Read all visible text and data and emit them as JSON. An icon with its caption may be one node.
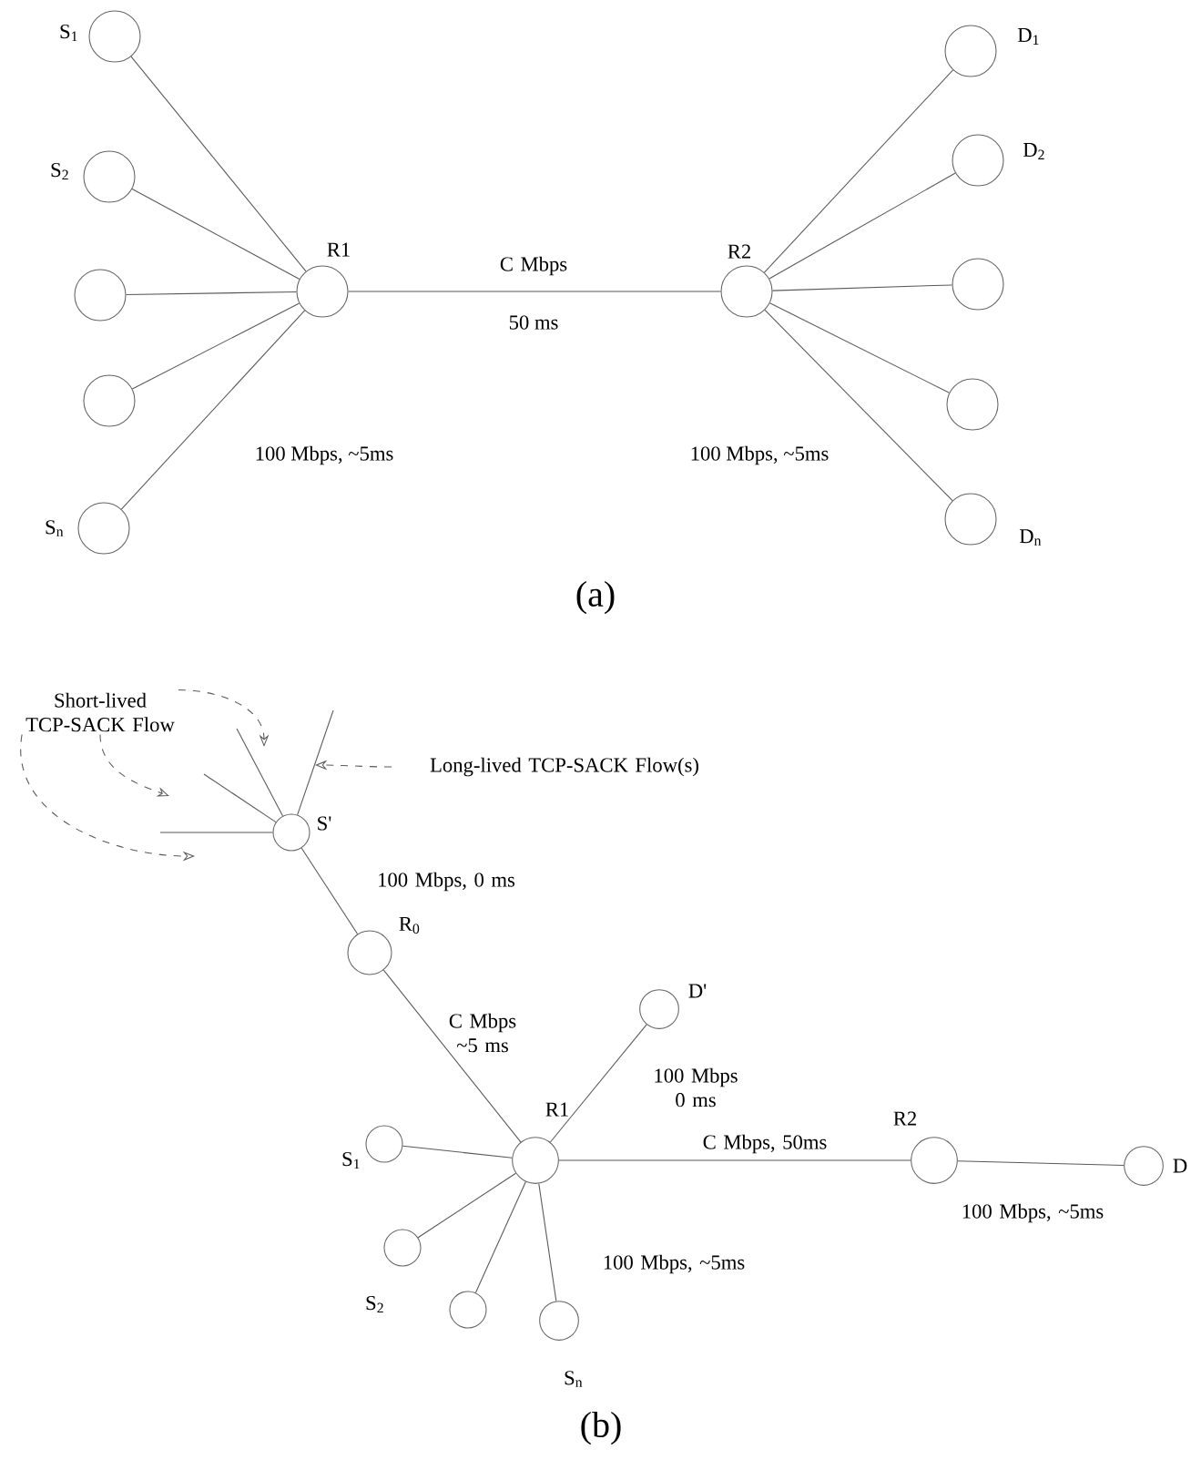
{
  "diagram": {
    "nodes": [
      {
        "text": [],
        "shape": "circle",
        "beside": [
          "S$_{1}$"
        ]
      },
      {
        "text": [],
        "shape": "circle",
        "beside": [
          "S$_{2}$"
        ]
      },
      {
        "text": [],
        "shape": "circle"
      },
      {
        "text": [],
        "shape": "circle"
      },
      {
        "text": [],
        "shape": "circle",
        "beside": [
          "S$_{n}$"
        ]
      },
      {
        "text": [],
        "shape": "circle",
        "beside": [
          "R1"
        ]
      },
      {
        "text": [],
        "shape": "circle",
        "beside": [
          "R2"
        ]
      },
      {
        "text": [],
        "shape": "circle",
        "beside": [
          "D$_{1}$"
        ]
      },
      {
        "text": [],
        "shape": "circle",
        "beside": [
          "D$_{2}$"
        ]
      },
      {
        "text": [],
        "shape": "circle"
      },
      {
        "text": [],
        "shape": "circle"
      },
      {
        "text": [],
        "shape": "circle",
        "beside": [
          "D$_{n}$"
        ]
      },
      {
        "text": [],
        "shape": "circle",
        "beside": [
          "S'"
        ]
      },
      {
        "text": [],
        "shape": "circle",
        "beside": [
          "R$_{0}$"
        ]
      },
      {
        "text": [],
        "shape": "circle",
        "beside": [
          "D'"
        ]
      },
      {
        "text": [],
        "shape": "circle",
        "beside": [
          "R1"
        ]
      },
      {
        "text": [],
        "shape": "circle",
        "beside": [
          "S$_{1}$"
        ]
      },
      {
        "text": [],
        "shape": "circle",
        "beside": [
          "S$_{2}$"
        ]
      },
      {
        "text": [],
        "shape": "circle"
      },
      {
        "text": [],
        "shape": "circle",
        "beside": [
          "S$_{n}$"
        ]
      },
      {
        "text": [],
        "shape": "circle",
        "beside": [
          "R2"
        ]
      },
      {
        "text": [],
        "shape": "circle",
        "beside": [
          "D"
        ]
      },
      {
        "text": [
          "Short-lived TCP-SACK Flow"
        ]
      },
      {
        "text": [
          "Long-lived TCP-SACK Flow(s)"
        ]
      }
    ],
    "edges": [
      {
        "from": 0,
        "to": 5,
        "arrow": "none"
      },
      {
        "from": 1,
        "to": 5,
        "arrow": "none"
      },
      {
        "from": 2,
        "to": 5,
        "arrow": "none"
      },
      {
        "from": 3,
        "to": 5,
        "arrow": "none"
      },
      {
        "from": 4,
        "to": 5,
        "arrow": "none"
      },
      {
        "from": 5,
        "to": 6,
        "arrow": "none",
        "label": "C Mbps"
      },
      {
        "from": 6,
        "to": 7,
        "arrow": "none"
      },
      {
        "from": 6,
        "to": 8,
        "arrow": "none"
      },
      {
        "from": 6,
        "to": 9,
        "arrow": "none"
      },
      {
        "from": 6,
        "to": 10,
        "arrow": "none"
      },
      {
        "from": 6,
        "to": 11,
        "arrow": "none"
      },
      {
        "from": 12,
        "to": 13,
        "arrow": "none",
        "label": "100 Mbps, 0 ms"
      },
      {
        "from": 13,
        "to": 15,
        "arrow": "none",
        "label": "C Mbps ~5 ms"
      },
      {
        "from": 15,
        "to": 14,
        "arrow": "none",
        "label": "100 Mbps 0 ms"
      },
      {
        "from": 16,
        "to": 15,
        "arrow": "none"
      },
      {
        "from": 17,
        "to": 15,
        "arrow": "none"
      },
      {
        "from": 18,
        "to": 15,
        "arrow": "none"
      },
      {
        "from": 19,
        "to": 15,
        "arrow": "none",
        "label": "100 Mbps, ~5ms"
      },
      {
        "from": 15,
        "to": 20,
        "arrow": "none",
        "label": "C Mbps, 50ms"
      },
      {
        "from": 20,
        "to": 21,
        "arrow": "none",
        "label": "100 Mbps, ~5ms"
      },
      {
        "from": null,
        "to": 12,
        "arrow": "none"
      },
      {
        "from": null,
        "to": 12,
        "arrow": "none"
      },
      {
        "from": null,
        "to": 12,
        "arrow": "none"
      },
      {
        "from": null,
        "to": 12,
        "arrow": "none"
      },
      {
        "from": 22,
        "to": null,
        "arrow": "to",
        "style": "dashed"
      },
      {
        "from": 22,
        "to": null,
        "arrow": "to",
        "style": "dashed"
      },
      {
        "from": 22,
        "to": null,
        "arrow": "to",
        "style": "dashed"
      },
      {
        "from": 23,
        "to": null,
        "arrow": "to",
        "style": "dashed"
      }
    ],
    "labels": [
      "50 ms",
      "100 Mbps, ~5ms",
      "100 Mbps, ~5ms",
      "(a)",
      "(b)"
    ]
  }
}
